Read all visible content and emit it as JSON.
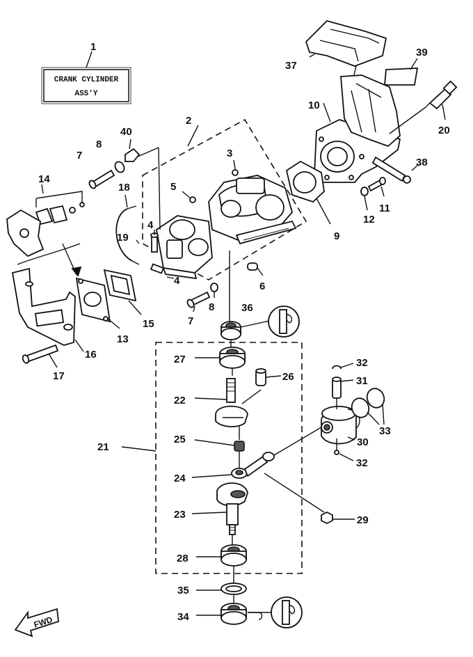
{
  "title_box": {
    "line1": "CRANK CYLINDER",
    "line2": "ASS'Y"
  },
  "fwd_label": "FWD",
  "callouts": {
    "c1": "1",
    "c2": "2",
    "c3": "3",
    "c4a": "4",
    "c4b": "4",
    "c5": "5",
    "c6": "6",
    "c7a": "7",
    "c7b": "7",
    "c8a": "8",
    "c8b": "8",
    "c9": "9",
    "c10": "10",
    "c11": "11",
    "c12": "12",
    "c13": "13",
    "c14": "14",
    "c15": "15",
    "c16": "16",
    "c17": "17",
    "c18": "18",
    "c19": "19",
    "c20": "20",
    "c21": "21",
    "c22": "22",
    "c23": "23",
    "c24": "24",
    "c25": "25",
    "c26": "26",
    "c27": "27",
    "c28": "28",
    "c29": "29",
    "c30": "30",
    "c31": "31",
    "c32a": "32",
    "c32b": "32",
    "c33": "33",
    "c34": "34",
    "c35": "35",
    "c36": "36",
    "c37": "37",
    "c38": "38",
    "c39": "39",
    "c40": "40"
  }
}
